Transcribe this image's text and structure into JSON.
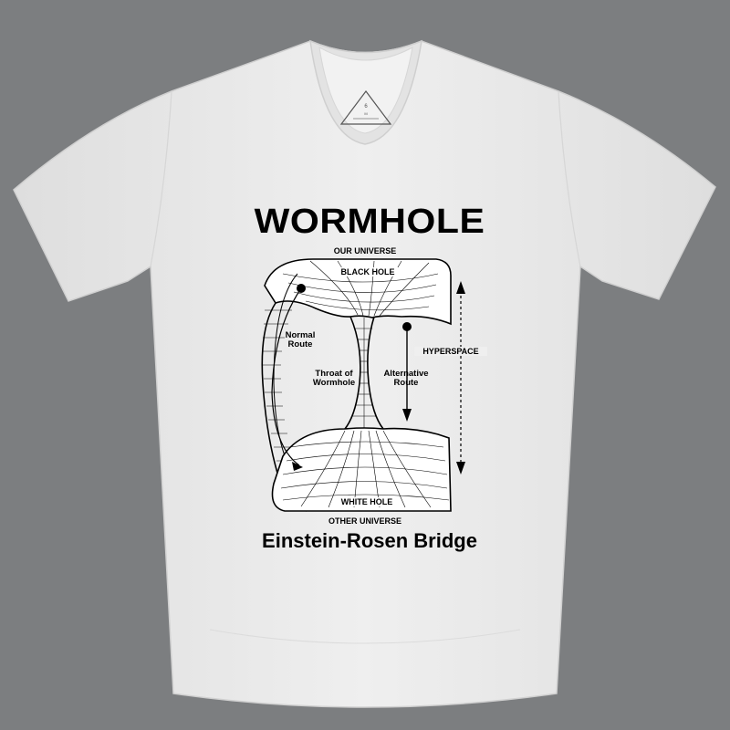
{
  "colors": {
    "background": "#7c7e80",
    "shirt": "#ebebeb",
    "ink": "#000000"
  },
  "print": {
    "title": "WORMHOLE",
    "top_universe": "OUR UNIVERSE",
    "black_hole": "BLACK HOLE",
    "normal_route_line1": "Normal",
    "normal_route_line2": "Route",
    "throat_line1": "Throat of",
    "throat_line2": "Wormhole",
    "alternative_line1": "Alternative",
    "alternative_line2": "Route",
    "hyperspace": "HYPERSPACE",
    "white_hole": "WHITE HOLE",
    "bottom_universe": "OTHER UNIVERSE",
    "bridge_title": "Einstein-Rosen Bridge"
  },
  "icons": {
    "neck_tag": "triangle-size-tag-icon"
  }
}
